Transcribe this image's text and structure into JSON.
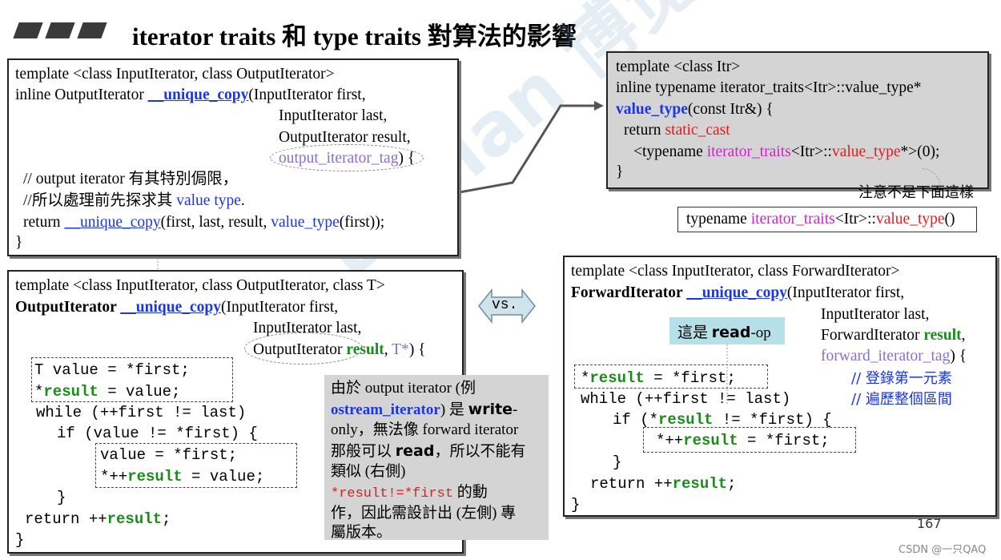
{
  "title": "iterator traits 和 type traits 對算法的影響",
  "box1": {
    "l1": "template <class InputIterator, class OutputIterator>",
    "l2_a": "inline OutputIterator ",
    "l2_fn": "__unique_copy",
    "l2_b": "(InputIterator first,",
    "l3": "InputIterator last,",
    "l4": "OutputIterator result,",
    "l5_tag": "output_iterator_tag",
    "l5_b": ") {",
    "l6": "// output iterator 有其特別侷限，",
    "l7_a": "//所以處理前先探求其 ",
    "l7_b": "value type",
    "l7_c": ".",
    "l8_a": "return ",
    "l8_fn": "__unique_copy",
    "l8_b": "(first, last, result, ",
    "l8_vt": "value_type",
    "l8_c": "(first));",
    "l9": "}"
  },
  "box2": {
    "l1": "template <class InputIterator, class OutputIterator, class T>",
    "l2_a": "OutputIterator ",
    "l2_fn": "__unique_copy",
    "l2_b": "(InputIterator first,",
    "l3": "InputIterator last,",
    "l4_a": "OutputIterator ",
    "l4_r": "result",
    "l4_c": ", ",
    "l4_t": "T*",
    "l4_d": ") {",
    "c1": "T value = *first;",
    "c2_a": "*",
    "c2_r": "result",
    "c2_b": " = value;",
    "c3": "while (++first != last)",
    "c4": "if (value != *first) {",
    "c5": "value = *first;",
    "c6_a": "*++",
    "c6_r": "result",
    "c6_b": " = value;",
    "c7": "}",
    "c8_a": "return ++",
    "c8_r": "result",
    "c8_b": ";",
    "c9": "}"
  },
  "box3": {
    "l1": "template <class Itr>",
    "l2": "inline typename iterator_traits<Itr>::value_type*",
    "l3_fn": "value_type",
    "l3_b": "(const Itr&) {",
    "l4_a": "return ",
    "l4_sc": "static_cast",
    "l5_a": "<typename ",
    "l5_it": "iterator_traits",
    "l5_b": "<Itr>::",
    "l5_vt": "value_type",
    "l5_c": "*>(0);",
    "l6": "}"
  },
  "note_not": "注意不是下面這樣",
  "alt": {
    "a": "typename ",
    "it": "iterator_traits",
    "b": "<Itr>::",
    "vt": "value_type",
    "c": "()"
  },
  "box4": {
    "l1": "template <class InputIterator, class ForwardIterator>",
    "l2_a": "ForwardIterator ",
    "l2_fn": "__unique_copy",
    "l2_b": "(InputIterator first,",
    "l3": "InputIterator last,",
    "l4_a": "ForwardIterator ",
    "l4_r": "result",
    "l4_b": ",",
    "l5_tag": "forward_iterator_tag",
    "l5_b": ") {",
    "c1_a": "*",
    "c1_r": "result",
    "c1_b": " = *first;",
    "cm1": "// 登錄第一元素",
    "c2": "while (++first != last)",
    "cm2": "// 遍歷整個區間",
    "c3_a": "if (*",
    "c3_r": "result",
    "c3_b": " != *first) {",
    "c4_a": "*++",
    "c4_r": "result",
    "c4_b": " = *first;",
    "c5": "}",
    "c6_a": "return ++",
    "c6_r": "result",
    "c6_b": ";",
    "c7": "}"
  },
  "readop": {
    "a": "這是 ",
    "b": "read",
    "c": "-op"
  },
  "vs": "vs.",
  "note": {
    "l1": "由於 output iterator (例",
    "l2_a": "ostream_iterator",
    "l2_b": ") 是 ",
    "l2_c": "write",
    "l2_d": "-",
    "l3": "only，無法像 forward iterator",
    "l4_a": "那般可以 ",
    "l4_b": "read",
    "l4_c": "，所以不能有",
    "l5": "類似 (右側)",
    "l6_a": "*result!=*first",
    "l6_b": " 的動",
    "l7": "作，因此需設計出 (左側) 專",
    "l8": "屬版本。"
  },
  "watermark": {
    "main": "Boolan 博览网"
  },
  "page_number": "167",
  "csdn": "CSDN @一只QAQ"
}
